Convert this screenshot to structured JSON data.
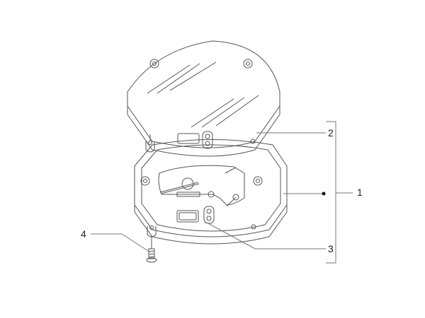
{
  "diagram": {
    "type": "exploded-parts-view",
    "subject": "instrument cluster / speedometer assembly",
    "line_color": "#555555",
    "callouts": [
      {
        "id": "1",
        "label": "1",
        "part": "instrument-cluster-assembly"
      },
      {
        "id": "2",
        "label": "2",
        "part": "upper-cover"
      },
      {
        "id": "3",
        "label": "3",
        "part": "indicator-lens"
      },
      {
        "id": "4",
        "label": "4",
        "part": "screw"
      }
    ]
  }
}
